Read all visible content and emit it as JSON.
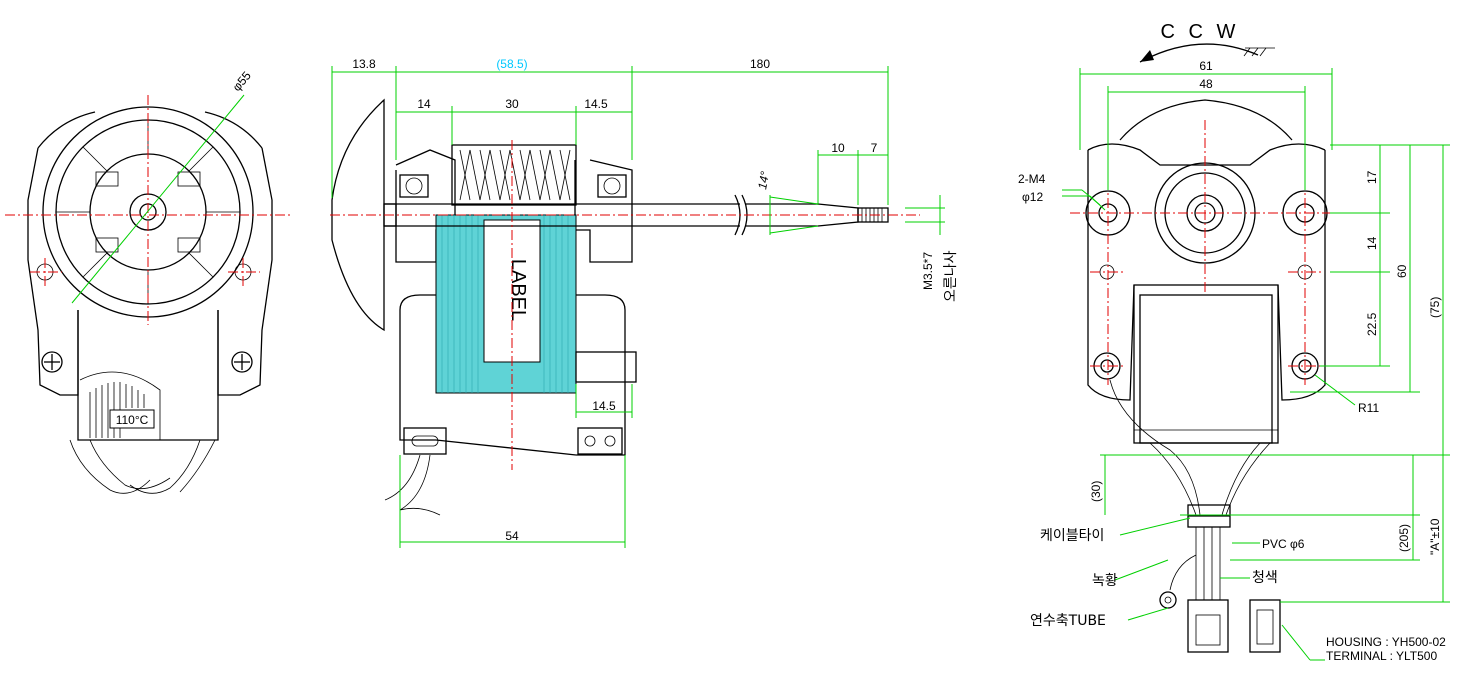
{
  "views": {
    "front": {
      "diameter": "φ55",
      "thermal": "110°C"
    },
    "side": {
      "dims": {
        "overall_left": "13.8",
        "core_total": "(58.5)",
        "shaft": "180",
        "left_bearing": "14",
        "core": "30",
        "right_bearing": "14.5",
        "tip_taper": "10",
        "thread_len": "7",
        "angle": "14°",
        "thread_spec": "M3.5*7",
        "thread_note": "오른나사",
        "lug_offset": "14.5",
        "base_width": "54"
      },
      "label": "LABEL"
    },
    "end": {
      "rotation": "C C W",
      "dims": {
        "outer_width": "61",
        "hole_spacing": "48",
        "top": "17",
        "mid": "14",
        "lower": "22.5",
        "height": "60",
        "total": "(75)",
        "cable_start": "(30)",
        "cable_len": "(205)",
        "lead_len": "\"A\"±10"
      },
      "holes_label": "2-M4",
      "boss_label": "φ12",
      "radius": "R11",
      "cable_tie": "케이블타이",
      "pvc": "PVC φ6",
      "green_yellow": "녹황",
      "blue": "청색",
      "tube": "연수축TUBE",
      "housing": "HOUSING : YH500-02",
      "terminal": "TERMINAL : YLT500"
    }
  }
}
